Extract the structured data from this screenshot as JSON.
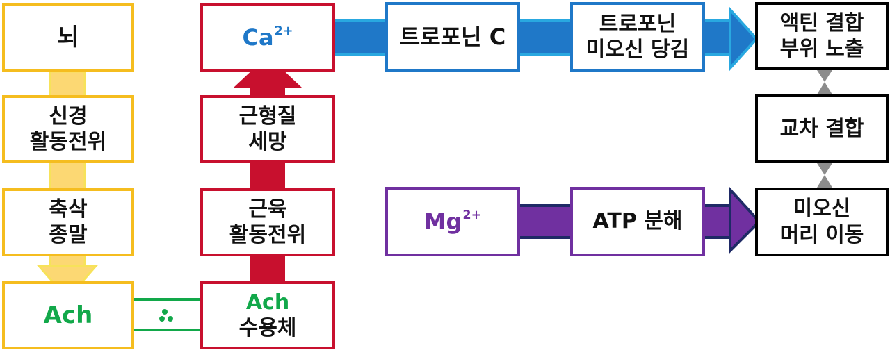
{
  "colors": {
    "yellow_border": "#F5BD1F",
    "yellow_arrow": "#FCD873",
    "red": "#C8102E",
    "blue": "#1F78C8",
    "light_blue": "#29A8E0",
    "purple": "#7030A0",
    "navy": "#1F2A66",
    "green": "#12A84A",
    "black": "#000000"
  },
  "nodes": {
    "brain": "뇌",
    "nerve_ap_line1": "신경",
    "nerve_ap_line2": "활동전위",
    "axon_terminal_line1": "축삭",
    "axon_terminal_line2": "종말",
    "ach_left": "Ach",
    "calcium": "Ca",
    "calcium_charge": "2+",
    "sr_line1": "근형질",
    "sr_line2": "세망",
    "muscle_ap_line1": "근육",
    "muscle_ap_line2": "활동전위",
    "ach_receptor_line1": "Ach",
    "ach_receptor_line2": "수용체",
    "troponin_c": "트로포닌 C",
    "troponin_line1": "트로포닌",
    "troponin_line2": "미오신 당김",
    "actin_line1": "액틴 결합",
    "actin_line2": "부위 노출",
    "cross_bridge": "교차 결합",
    "magnesium": "Mg",
    "magnesium_charge": "2+",
    "atp": "ATP 분해",
    "myosin_line1": "미오신",
    "myosin_line2": "머리 이동"
  }
}
